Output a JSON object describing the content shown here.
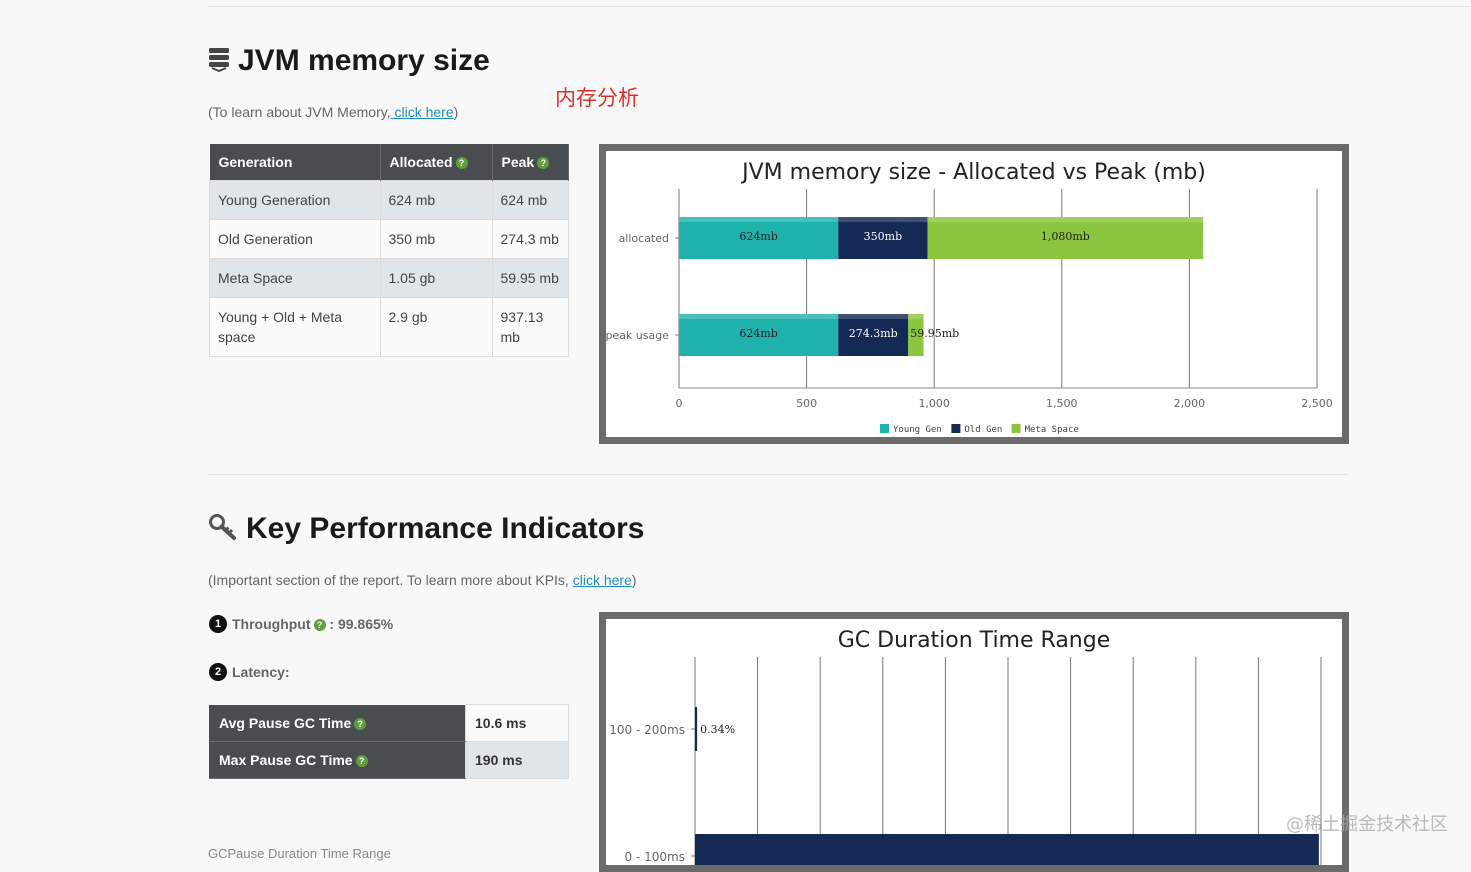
{
  "section1": {
    "title": "JVM memory size",
    "note_prefix": "(To learn about JVM Memory,",
    "note_link": " click here",
    "note_suffix": ")",
    "annotation": "内存分析"
  },
  "memory_table": {
    "headers": [
      "Generation",
      "Allocated",
      "Peak"
    ],
    "rows": [
      [
        "Young Generation",
        "624 mb",
        "624 mb"
      ],
      [
        "Old Generation",
        "350 mb",
        "274.3 mb"
      ],
      [
        "Meta Space",
        "1.05 gb",
        "59.95 mb"
      ],
      [
        "Young + Old + Meta space",
        "2.9 gb",
        "937.13 mb"
      ]
    ]
  },
  "section2": {
    "title": "Key Performance Indicators",
    "note_prefix": "(Important section of the report. To learn more about KPIs,",
    "note_link": "click here",
    "note_suffix": ")",
    "throughput_num": "1",
    "throughput_label": "Throughput",
    "throughput_value": " : 99.865%",
    "latency_num": "2",
    "latency_label": "Latency:",
    "latency_rows": [
      {
        "label": "Avg Pause GC Time",
        "value": "10.6 ms"
      },
      {
        "label": "Max Pause GC Time",
        "value": "190 ms"
      }
    ],
    "cut_label": "GCPause Duration Time Range"
  },
  "watermark": "@稀土掘金技术社区",
  "chart_data": [
    {
      "type": "bar",
      "orientation": "horizontal",
      "stacked": true,
      "title": "JVM memory size - Allocated vs Peak (mb)",
      "categories": [
        "allocated",
        "peak usage"
      ],
      "series": [
        {
          "name": "Young Gen",
          "values": [
            624,
            624
          ],
          "labels": [
            "624mb",
            "624mb"
          ],
          "color": "#1fb2ad"
        },
        {
          "name": "Old Gen",
          "values": [
            350,
            274.3
          ],
          "labels": [
            "350mb",
            "274.3mb"
          ],
          "color": "#142a55"
        },
        {
          "name": "Meta Space",
          "values": [
            1080,
            59.95
          ],
          "labels": [
            "1,080mb",
            "59.95mb"
          ],
          "color": "#8cc63f"
        }
      ],
      "xlim": [
        0,
        2500
      ],
      "xticks": [
        "0",
        "500",
        "1,000",
        "1,500",
        "2,000",
        "2,500"
      ],
      "legend": "bottom-center",
      "grid": true
    },
    {
      "type": "bar",
      "orientation": "horizontal",
      "title": "GC Duration Time Range",
      "categories": [
        "100 - 200ms",
        "0 - 100ms"
      ],
      "values": [
        0.34,
        99.66
      ],
      "labels": [
        "0.34%",
        ""
      ],
      "color": "#142a55",
      "xlim": [
        0,
        100
      ],
      "grid": true
    }
  ]
}
